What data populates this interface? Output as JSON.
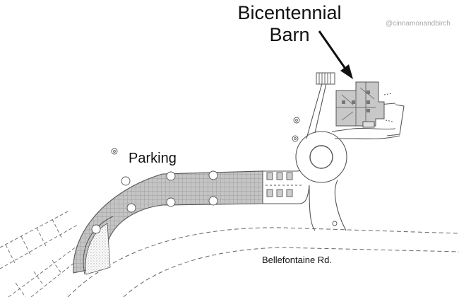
{
  "watermark": "@cinnamonandbirch",
  "labels": {
    "barn_line1": "Bicentennial",
    "barn_line2": "Barn",
    "parking": "Parking",
    "road": "Bellefontaine Rd."
  },
  "colors": {
    "line": "#555555",
    "building_fill": "#c8c8c8",
    "parking_fill": "#c4c4c4",
    "arrow": "#111111"
  }
}
